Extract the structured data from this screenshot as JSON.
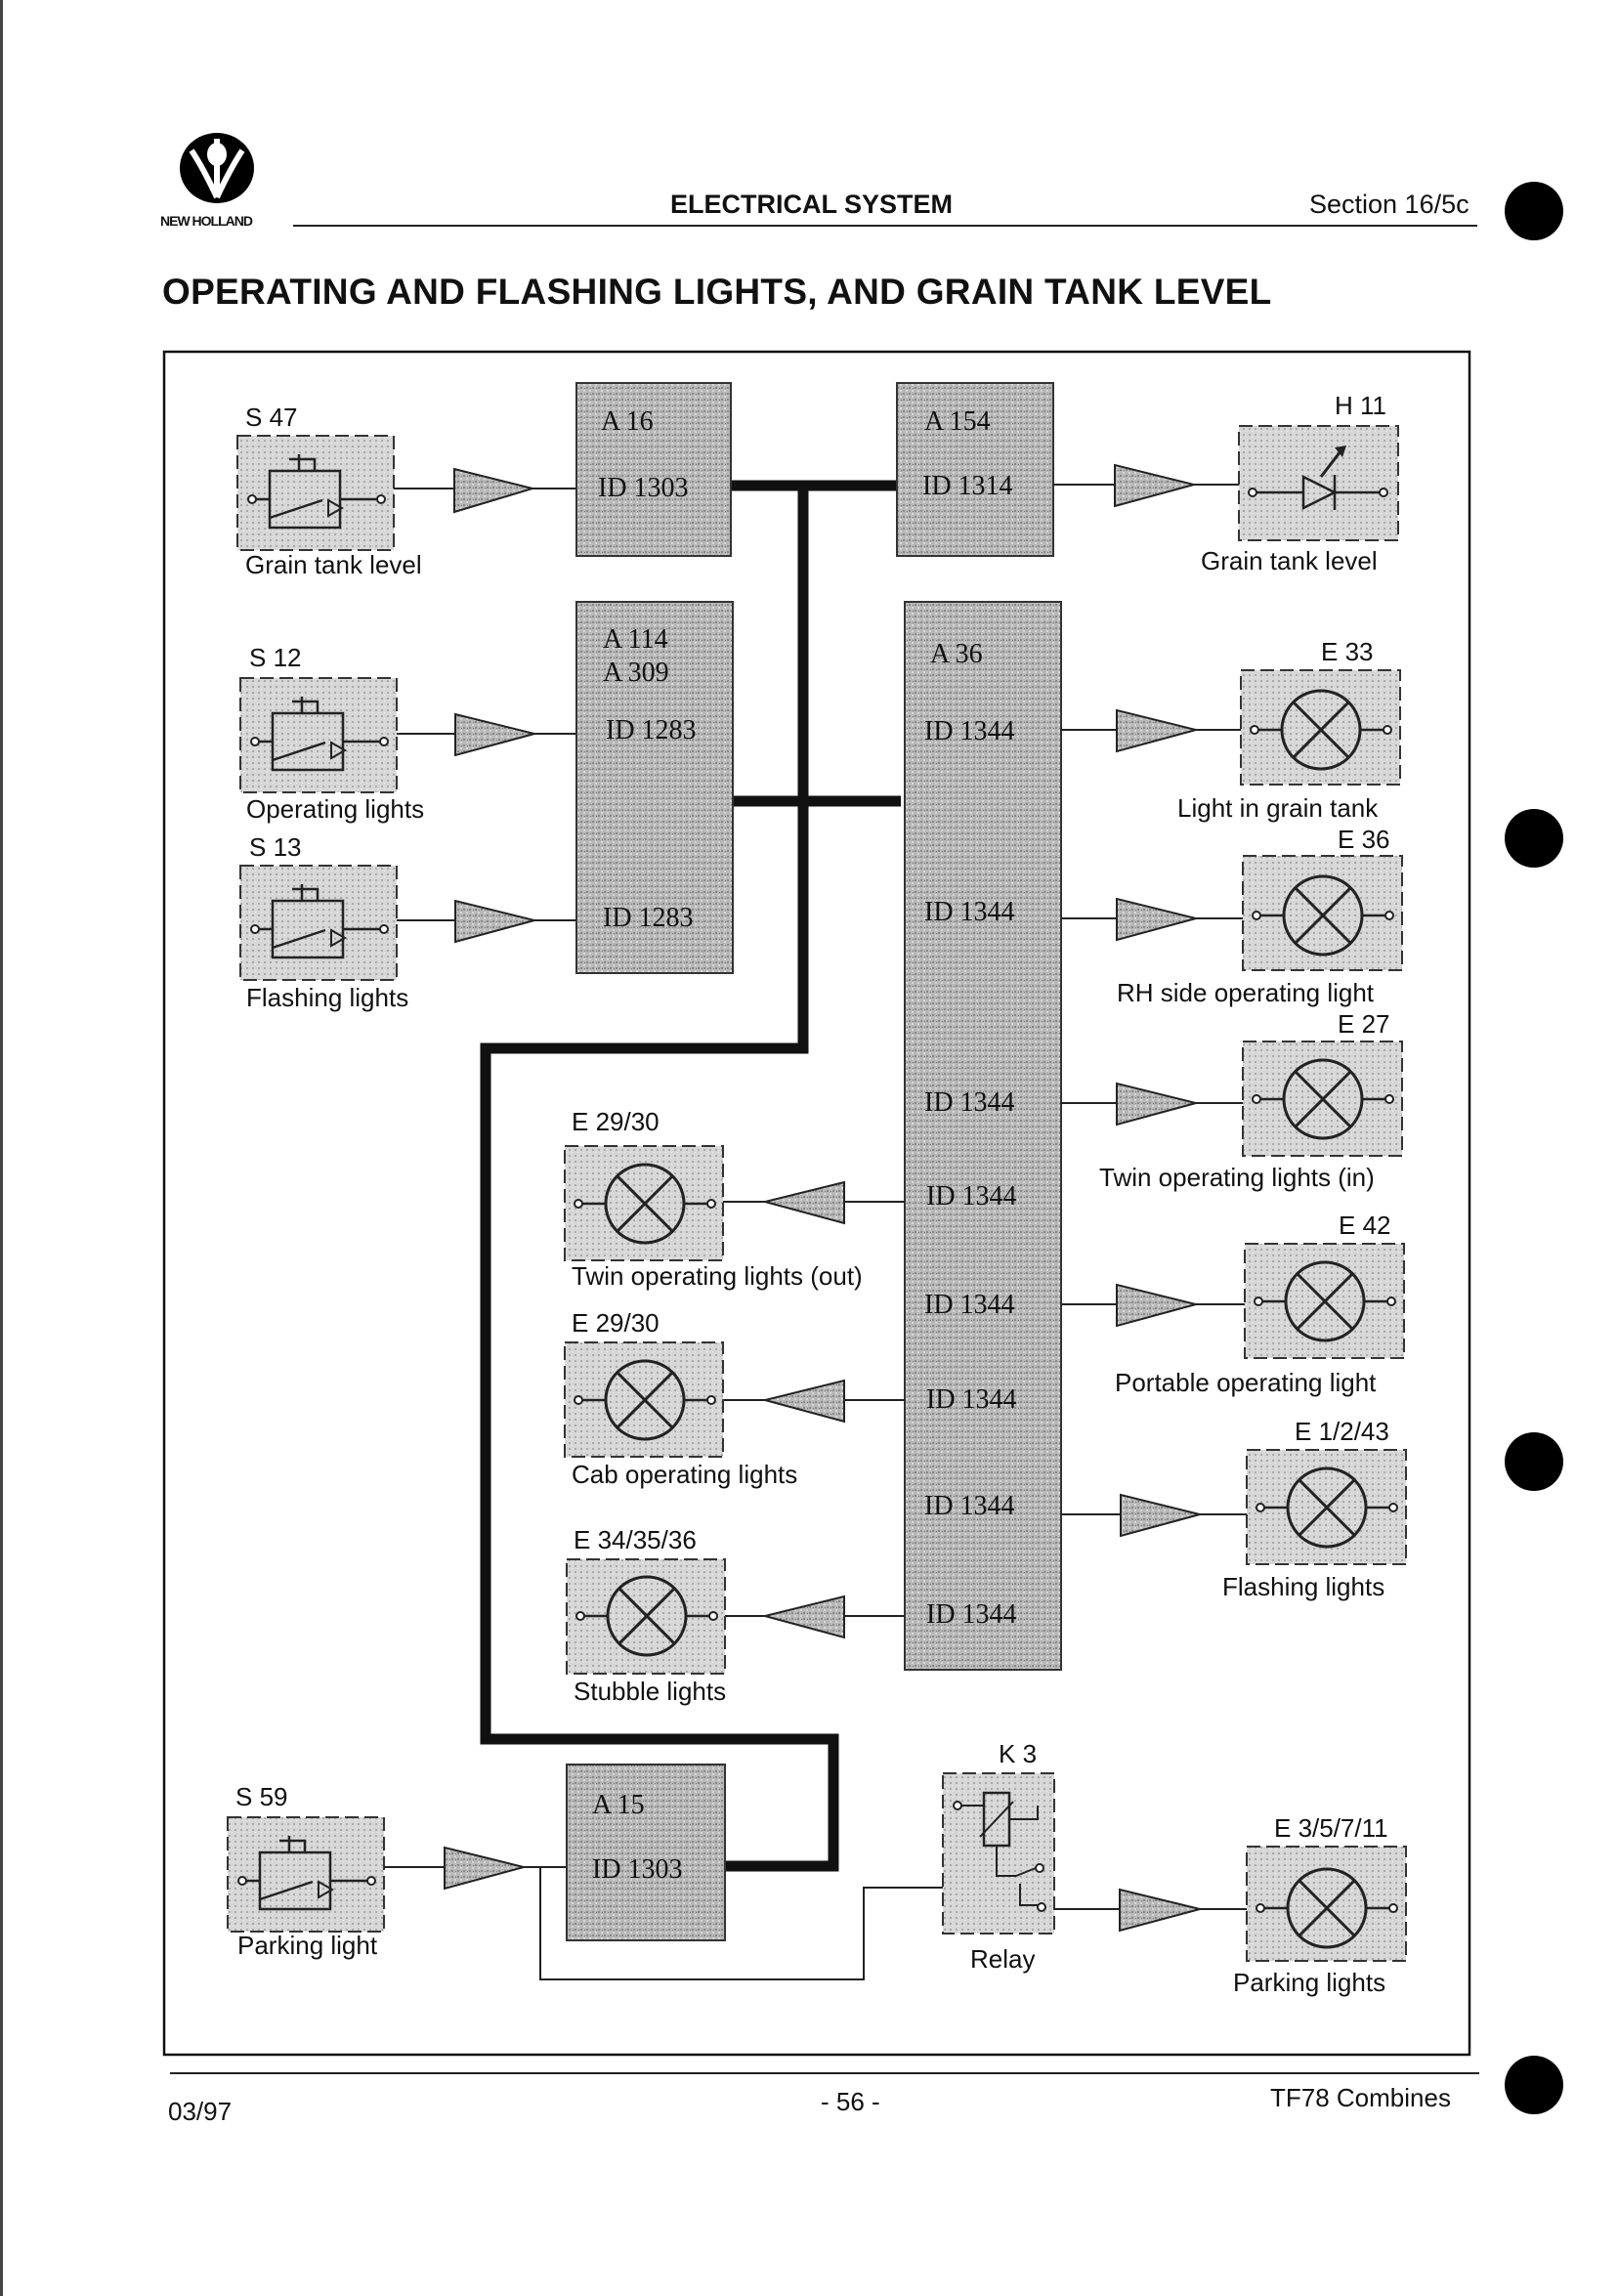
{
  "header": {
    "brand": "NEW HOLLAND",
    "title": "ELECTRICAL SYSTEM",
    "section": "Section 16/5c"
  },
  "page_title": "OPERATING AND FLASHING LIGHTS, AND GRAIN TANK LEVEL",
  "diagram": {
    "switches": {
      "s47": {
        "code": "S 47",
        "label": "Grain tank level"
      },
      "s12": {
        "code": "S 12",
        "label": "Operating lights"
      },
      "s13": {
        "code": "S 13",
        "label": "Flashing lights"
      },
      "s59": {
        "code": "S 59",
        "label": "Parking light"
      }
    },
    "modules": {
      "a16": {
        "name": "A 16",
        "id": "ID 1303"
      },
      "a154": {
        "name": "A 154",
        "id": "ID 1314"
      },
      "a114": {
        "name": "A 114",
        "name2": "A 309",
        "id1": "ID 1283",
        "id2": "ID 1283"
      },
      "a36": {
        "name": "A 36",
        "id1": "ID 1344",
        "id2": "ID 1344",
        "id3": "ID 1344",
        "id4": "ID 1344",
        "id5": "ID 1344",
        "id6": "ID 1344",
        "id7": "ID 1344",
        "id8": "ID 1344"
      },
      "a15": {
        "name": "A 15",
        "id": "ID 1303"
      }
    },
    "indicator": {
      "code": "H 11",
      "label": "Grain tank level"
    },
    "lamps": {
      "e33": {
        "code": "E 33",
        "label": "Light in grain tank"
      },
      "e36": {
        "code": "E 36",
        "label": "RH side operating light"
      },
      "e27": {
        "code": "E 27",
        "label": "Twin operating lights (in)"
      },
      "e42": {
        "code": "E 42",
        "label": "Portable operating light"
      },
      "e1243": {
        "code": "E 1/2/43",
        "label": "Flashing lights"
      },
      "e2930a": {
        "code": "E 29/30",
        "label": "Twin operating lights (out)"
      },
      "e2930b": {
        "code": "E 29/30",
        "label": "Cab operating lights"
      },
      "e343536": {
        "code": "E 34/35/36",
        "label": "Stubble lights"
      },
      "e35711": {
        "code": "E 3/5/7/11",
        "label": "Parking lights"
      }
    },
    "relay": {
      "code": "K 3",
      "label": "Relay"
    }
  },
  "footer": {
    "date": "03/97",
    "page": "- 56 -",
    "product": "TF78 Combines"
  }
}
